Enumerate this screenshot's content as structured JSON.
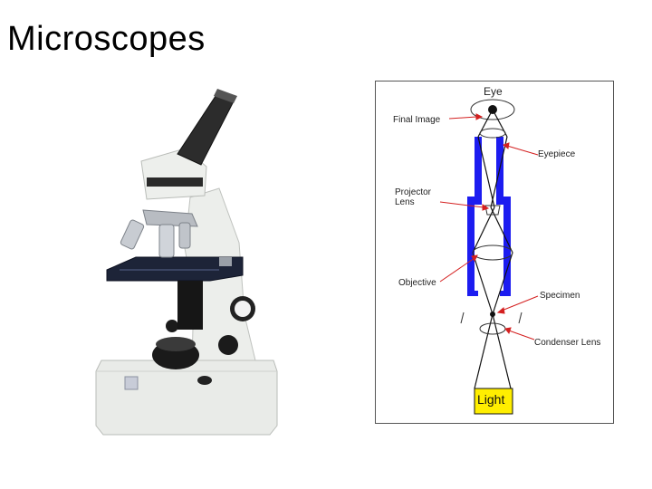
{
  "slide": {
    "title": "Microscopes"
  },
  "diagram": {
    "labels": {
      "eye": "Eye",
      "final_image": "Final Image",
      "eyepiece": "Eyepiece",
      "projector_lens": "Projector\nLens",
      "objective": "Objective",
      "specimen": "Specimen",
      "condenser_lens": "Condenser Lens",
      "light": "Light"
    },
    "colors": {
      "tube": "#1c1cf0",
      "arrow": "#d42020",
      "light_box": "#ffee00"
    }
  }
}
